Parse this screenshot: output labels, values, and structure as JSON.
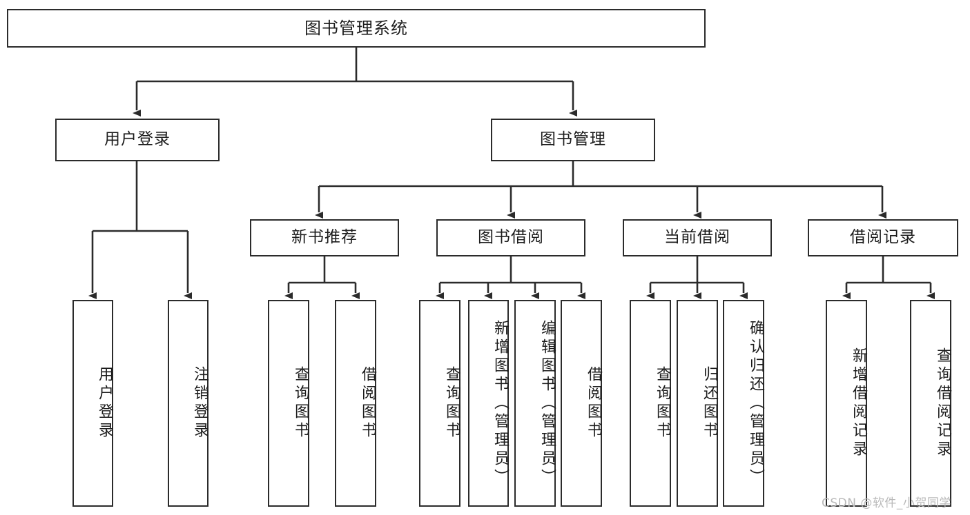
{
  "diagram": {
    "title": "图书管理系统",
    "watermark": "CSDN @软件_小贺同学",
    "colors": {
      "stroke": "#2b2b2b",
      "fill": "#ffffff",
      "text": "#1c1c1c",
      "watermark": "#b9b9b9"
    },
    "nodes": {
      "root": {
        "label": "图书管理系统"
      },
      "level2": [
        {
          "label": "用户登录"
        },
        {
          "label": "图书管理"
        }
      ],
      "level3": [
        {
          "label": "新书推荐"
        },
        {
          "label": "图书借阅"
        },
        {
          "label": "当前借阅"
        },
        {
          "label": "借阅记录"
        }
      ],
      "leaves": {
        "user_login": [
          {
            "label": "用户登录"
          },
          {
            "label": "注销登录"
          }
        ],
        "new_book_recommend": [
          {
            "label": "查询图书"
          },
          {
            "label": "借阅图书"
          }
        ],
        "book_borrow": [
          {
            "label": "查询图书"
          },
          {
            "label": "新增图书（管理员）"
          },
          {
            "label": "编辑图书（管理员）"
          },
          {
            "label": "借阅图书"
          }
        ],
        "current_borrow": [
          {
            "label": "查询图书"
          },
          {
            "label": "归还图书"
          },
          {
            "label": "确认归还（管理员）"
          }
        ],
        "borrow_record": [
          {
            "label": "新增借阅记录"
          },
          {
            "label": "查询借阅记录"
          }
        ]
      }
    }
  }
}
